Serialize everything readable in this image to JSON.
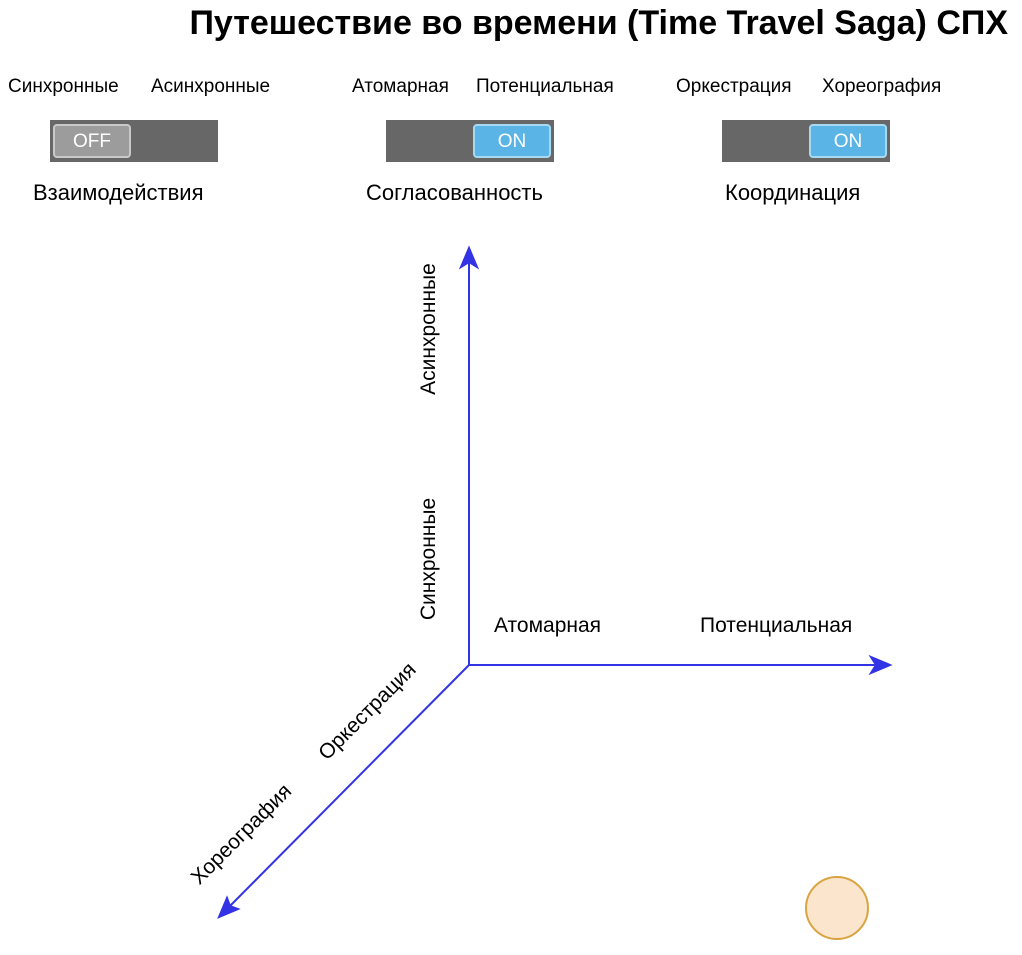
{
  "title": "Путешествие во времени (Time Travel Saga) СПХ",
  "switches": [
    {
      "left_option": "Синхронные",
      "right_option": "Асинхронные",
      "state": "OFF",
      "label": "Взаимодействия"
    },
    {
      "left_option": "Атомарная",
      "right_option": "Потенциальная",
      "state": "ON",
      "label": "Согласованность"
    },
    {
      "left_option": "Оркестрация",
      "right_option": "Хореография",
      "state": "ON",
      "label": "Координация"
    }
  ],
  "axes": {
    "vertical": {
      "near": "Синхронные",
      "far": "Асинхронные"
    },
    "horizontal": {
      "near": "Атомарная",
      "far": "Потенциальная"
    },
    "diagonal": {
      "near": "Оркестрация",
      "far": "Хореография"
    }
  },
  "colors": {
    "axis": "#3333e6",
    "toggle_track": "#676767",
    "toggle_on": "#5ab4e5",
    "toggle_off": "#9c9c9c",
    "marker_fill": "#fbe5cc",
    "marker_stroke": "#d9a442"
  }
}
